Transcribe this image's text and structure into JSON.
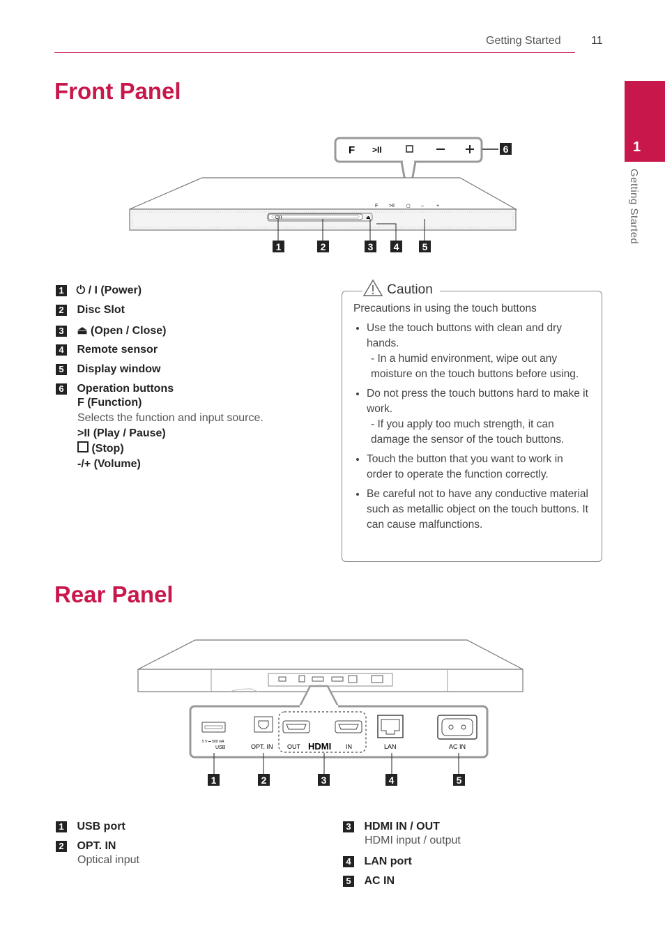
{
  "header": {
    "section": "Getting Started",
    "page_number": "11"
  },
  "side_tab": {
    "number": "1",
    "label": "Getting Started"
  },
  "front_panel": {
    "title": "Front Panel",
    "touch_buttons": [
      "F",
      ">II",
      "◻",
      "–",
      "+"
    ],
    "bar_labels": [
      "F",
      ">II",
      "◻",
      "–",
      "+"
    ],
    "callouts": [
      "1",
      "2",
      "3",
      "4",
      "5",
      "6"
    ],
    "items": [
      {
        "num": "1",
        "label": "/ I (Power)"
      },
      {
        "num": "2",
        "label": "Disc Slot"
      },
      {
        "num": "3",
        "label": "(Open / Close)"
      },
      {
        "num": "4",
        "label": "Remote sensor"
      },
      {
        "num": "5",
        "label": "Display window"
      },
      {
        "num": "6",
        "label": "Operation buttons"
      }
    ],
    "operation": {
      "function_label": "F (Function)",
      "function_desc": "Selects the function and input source.",
      "play_label": "(Play / Pause)",
      "stop_label": "(Stop)",
      "volume_label": "-/+ (Volume)"
    }
  },
  "caution": {
    "title": "Caution",
    "intro": "Precautions in using the touch buttons",
    "bullets": [
      {
        "text": "Use the touch buttons with clean and dry hands.",
        "sub": "- In a humid environment, wipe out any moisture on the touch buttons before using."
      },
      {
        "text": "Do not press the touch buttons hard to make it work.",
        "sub": "- If you apply too much strength, it can damage the sensor of the touch buttons."
      },
      {
        "text": "Touch the button that you want to work in order to operate the function correctly.",
        "sub": ""
      },
      {
        "text": "Be careful not to have any conductive material such as metallic object on the touch buttons. It can cause malfunctions.",
        "sub": ""
      }
    ]
  },
  "rear_panel": {
    "title": "Rear Panel",
    "port_labels": {
      "usb": "USB",
      "usb_rating": "5 V ⎓ 500 mA",
      "opt": "OPT. IN",
      "hdmi_out": "OUT",
      "hdmi_logo": "HDMI",
      "hdmi_in": "IN",
      "lan": "LAN",
      "ac": "AC IN"
    },
    "callouts": [
      "1",
      "2",
      "3",
      "4",
      "5"
    ],
    "items_left": [
      {
        "num": "1",
        "label": "USB port",
        "desc": ""
      },
      {
        "num": "2",
        "label": "OPT. IN",
        "desc": "Optical input"
      }
    ],
    "items_right": [
      {
        "num": "3",
        "label": "HDMI IN / OUT",
        "desc": "HDMI input / output"
      },
      {
        "num": "4",
        "label": "LAN port",
        "desc": ""
      },
      {
        "num": "5",
        "label": "AC IN",
        "desc": ""
      }
    ]
  }
}
